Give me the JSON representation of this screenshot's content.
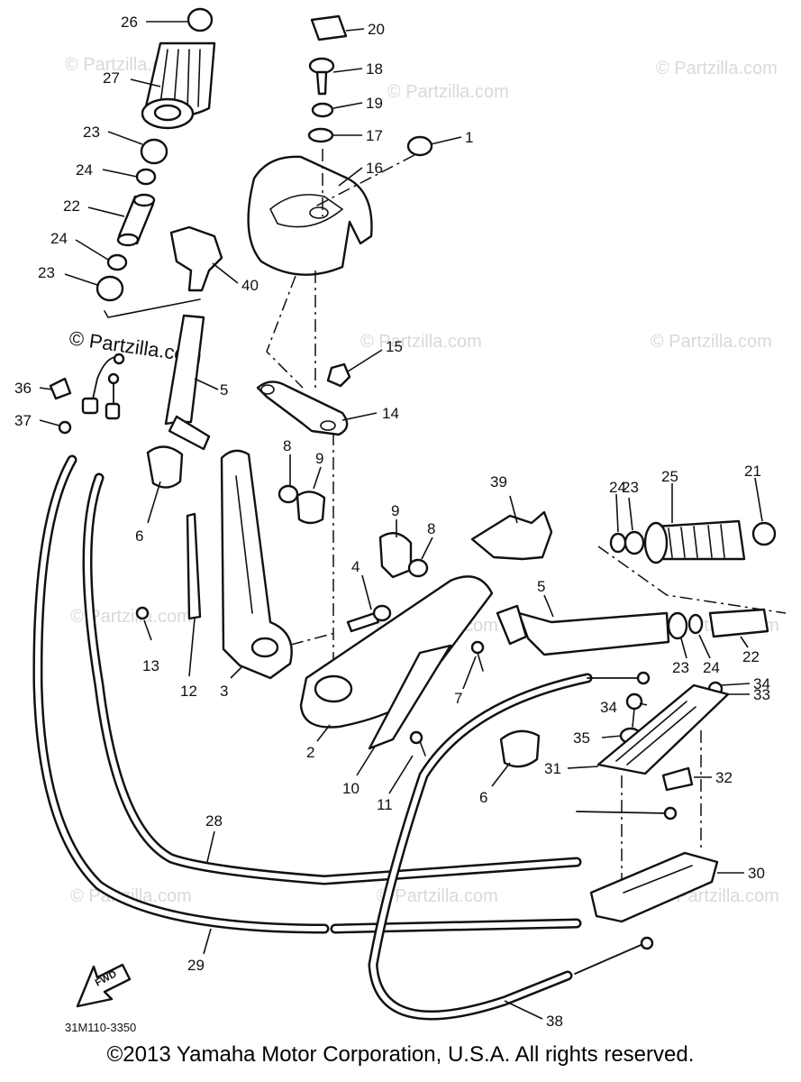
{
  "watermark": {
    "text": "© Partzilla.com",
    "highlight_text": "© Partzilla.com"
  },
  "diagram_code": "31M110-3350",
  "direction_label": "FWD",
  "copyright": "©2013 Yamaha Motor Corporation, U.S.A. All rights reserved.",
  "callouts": [
    {
      "id": "26",
      "label": "26"
    },
    {
      "id": "27",
      "label": "27"
    },
    {
      "id": "23a",
      "label": "23"
    },
    {
      "id": "24a",
      "label": "24"
    },
    {
      "id": "22a",
      "label": "22"
    },
    {
      "id": "24b",
      "label": "24"
    },
    {
      "id": "23b",
      "label": "23"
    },
    {
      "id": "40",
      "label": "40"
    },
    {
      "id": "20",
      "label": "20"
    },
    {
      "id": "18",
      "label": "18"
    },
    {
      "id": "19",
      "label": "19"
    },
    {
      "id": "17",
      "label": "17"
    },
    {
      "id": "1",
      "label": "1"
    },
    {
      "id": "16",
      "label": "16"
    },
    {
      "id": "36",
      "label": "36"
    },
    {
      "id": "37",
      "label": "37"
    },
    {
      "id": "5a",
      "label": "5"
    },
    {
      "id": "15",
      "label": "15"
    },
    {
      "id": "14",
      "label": "14"
    },
    {
      "id": "8a",
      "label": "8"
    },
    {
      "id": "9a",
      "label": "9"
    },
    {
      "id": "6a",
      "label": "6"
    },
    {
      "id": "39",
      "label": "39"
    },
    {
      "id": "24c",
      "label": "24"
    },
    {
      "id": "23c",
      "label": "23"
    },
    {
      "id": "25",
      "label": "25"
    },
    {
      "id": "21",
      "label": "21"
    },
    {
      "id": "9b",
      "label": "9"
    },
    {
      "id": "8b",
      "label": "8"
    },
    {
      "id": "4",
      "label": "4"
    },
    {
      "id": "5b",
      "label": "5"
    },
    {
      "id": "13",
      "label": "13"
    },
    {
      "id": "12",
      "label": "12"
    },
    {
      "id": "3",
      "label": "3"
    },
    {
      "id": "7",
      "label": "7"
    },
    {
      "id": "23d",
      "label": "23"
    },
    {
      "id": "24d",
      "label": "24"
    },
    {
      "id": "22b",
      "label": "22"
    },
    {
      "id": "34a",
      "label": "34"
    },
    {
      "id": "34b",
      "label": "34"
    },
    {
      "id": "33",
      "label": "33"
    },
    {
      "id": "35",
      "label": "35"
    },
    {
      "id": "2",
      "label": "2"
    },
    {
      "id": "10",
      "label": "10"
    },
    {
      "id": "11",
      "label": "11"
    },
    {
      "id": "6b",
      "label": "6"
    },
    {
      "id": "31",
      "label": "31"
    },
    {
      "id": "32",
      "label": "32"
    },
    {
      "id": "28",
      "label": "28"
    },
    {
      "id": "30",
      "label": "30"
    },
    {
      "id": "29",
      "label": "29"
    },
    {
      "id": "38",
      "label": "38"
    }
  ]
}
